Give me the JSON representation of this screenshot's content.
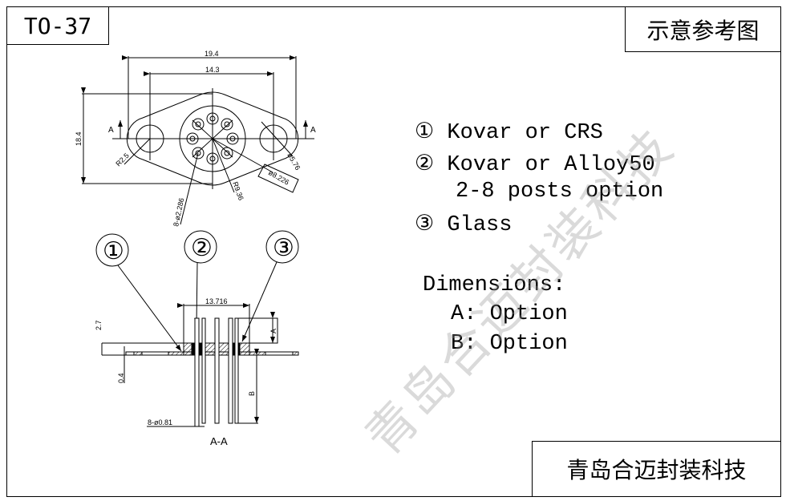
{
  "title": "TO-37",
  "reference_label": "示意参考图",
  "company": "青岛合迈封装科技",
  "watermark": "青岛合迈封装科技",
  "legend": [
    {
      "marker": "①",
      "text": "Kovar or CRS"
    },
    {
      "marker": "②",
      "text": "Kovar or Alloy50"
    },
    {
      "marker": "",
      "text": "2-8 posts option"
    },
    {
      "marker": "③",
      "text": "Glass"
    }
  ],
  "dimensions": {
    "heading": "Dimensions:",
    "a": "A: Option",
    "b": "B: Option"
  },
  "top_view": {
    "dim_width": "19.4",
    "dim_hole_spacing": "14.3",
    "dim_height": "18.4",
    "radius_lobe": "R2.5",
    "hole_dia": "ø5.76",
    "pin_circle": "ø8.226",
    "radius_header": "R9.36",
    "pin_dia": "8-ø2.286",
    "section_mark": "A"
  },
  "section_view": {
    "callouts": [
      "①",
      "②",
      "③"
    ],
    "dim_header": "13.716",
    "dim_thickness": "2.7",
    "dim_plate": "0.4",
    "dim_a": "A",
    "dim_b": "B",
    "pin_dia": "8-ø0.81",
    "label": "A-A"
  }
}
